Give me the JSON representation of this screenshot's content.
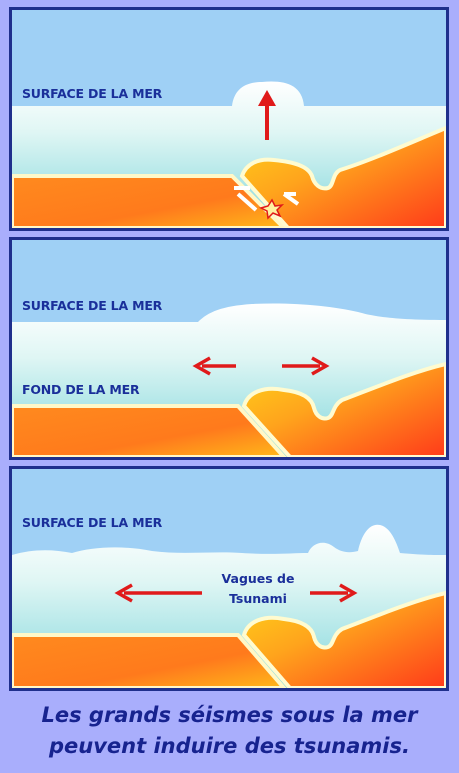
{
  "panels": [
    {
      "surface_label": "SURFACE DE LA MER"
    },
    {
      "surface_label": "SURFACE DE LA MER",
      "seafloor_label": "FOND DE LA MER"
    },
    {
      "surface_label": "SURFACE DE LA MER",
      "wave_label_line1": "Vagues de",
      "wave_label_line2": "Tsunami"
    }
  ],
  "caption": {
    "line1": "Les grands séismes sous la mer",
    "line2": "peuvent induire des tsunamis."
  },
  "colors": {
    "background": "#a9aefc",
    "sky": "#9fd0f5",
    "water_top": "#ffffff",
    "water_bottom": "#7fd6db",
    "plate_top": "#ffd21a",
    "plate_bottom": "#ff4a1a",
    "arrow": "#e01a1a",
    "label": "#1a2f9a",
    "border": "#1f2f8c"
  }
}
